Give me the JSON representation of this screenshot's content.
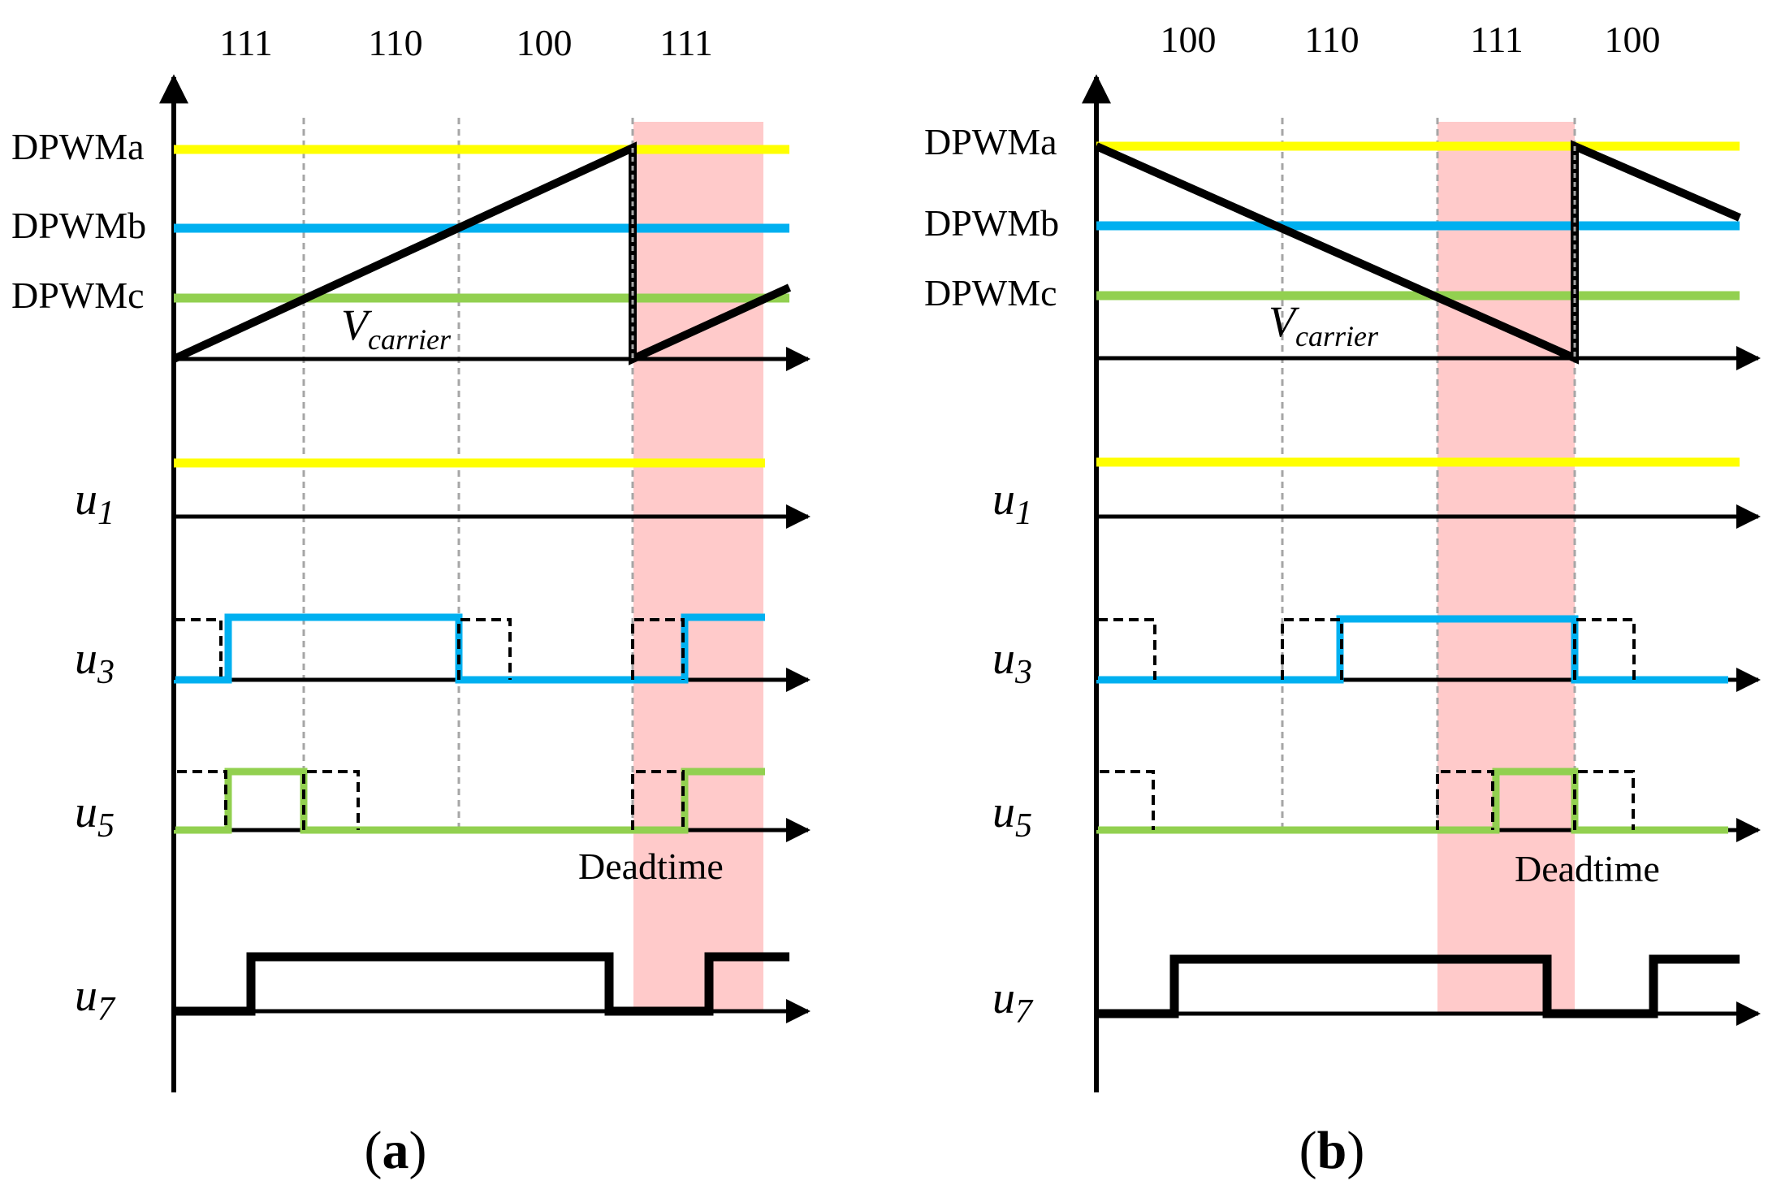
{
  "colors": {
    "a": "#FFFF00",
    "b": "#00B0F0",
    "c": "#92D050",
    "axis": "#000000",
    "deadtime": "#FFB3B3",
    "grid": "#A6A6A6"
  },
  "labels": {
    "dpwm_a": "DPWMa",
    "dpwm_b": "DPWMb",
    "dpwm_c": "DPWMc",
    "carrier_main": "V",
    "carrier_sub": "carrier",
    "deadtime": "Deadtime",
    "u": "u",
    "u1_sub": "1",
    "u3_sub": "3",
    "u5_sub": "5",
    "u7_sub": "7"
  },
  "panels": [
    {
      "id": "a",
      "caption": "(a)",
      "caption_letter": "a",
      "states": [
        "111",
        "110",
        "100",
        "111"
      ]
    },
    {
      "id": "b",
      "caption": "(b)",
      "caption_letter": "b",
      "states": [
        "100",
        "110",
        "111",
        "100"
      ]
    }
  ]
}
